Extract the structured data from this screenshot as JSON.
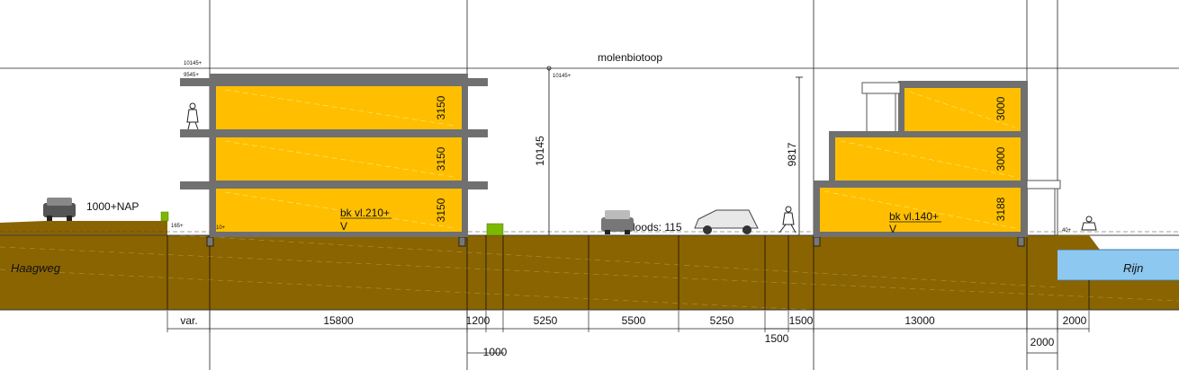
{
  "title": "molenbiotoop",
  "levels": {
    "top_a": "10145+",
    "top_b": "9545+",
    "top_c": "10145+",
    "ground_west": "165+",
    "ground_b": "10+",
    "ground_east": "40+",
    "nap": "1000+NAP"
  },
  "heights": {
    "main": "10145",
    "east": "9817"
  },
  "building_west": {
    "floors": [
      "3150",
      "3150",
      "3150"
    ],
    "ground_floor": "bk vl.210+",
    "marker": "V"
  },
  "building_east": {
    "floors": [
      "3000",
      "3000",
      "3188"
    ],
    "ground_floor": "bk vl.140+",
    "marker": "V"
  },
  "loods": "loods: 115",
  "labels": {
    "road": "Haagweg",
    "river": "Rijn"
  },
  "dimensions_row1": [
    "var.",
    "15800",
    "1200",
    "5250",
    "5500",
    "5250",
    "1500",
    "13000",
    "2000"
  ],
  "dimensions_row2": [
    "1000",
    "1500",
    "2000"
  ],
  "colors": {
    "ground": "#8a6400",
    "floor_fill": "#ffbf00",
    "frame": "#707070",
    "water": "#8cc8f0",
    "grass": "#7cb800"
  }
}
